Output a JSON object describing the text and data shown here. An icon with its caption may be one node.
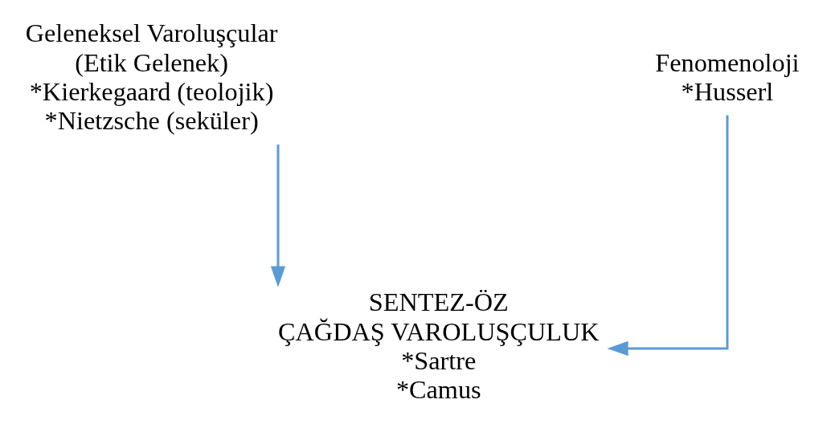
{
  "diagram": {
    "nodes": [
      {
        "text": [
          "Geleneksel Varoluşçular",
          "(Etik Gelenek)",
          "*Kierkegaard (teolojik)",
          "*Nietzsche (seküler)"
        ]
      },
      {
        "text": [
          "Fenomenoloji",
          "*Husserl"
        ]
      },
      {
        "text": [
          "SENTEZ-ÖZ",
          "ÇAĞDAŞ VAROLUŞÇULUK",
          "*Sartre",
          "*Camus"
        ]
      }
    ],
    "edges": [
      {
        "from": 0,
        "to": 2,
        "arrow": "to"
      },
      {
        "from": 1,
        "to": 2,
        "arrow": "to"
      }
    ]
  }
}
